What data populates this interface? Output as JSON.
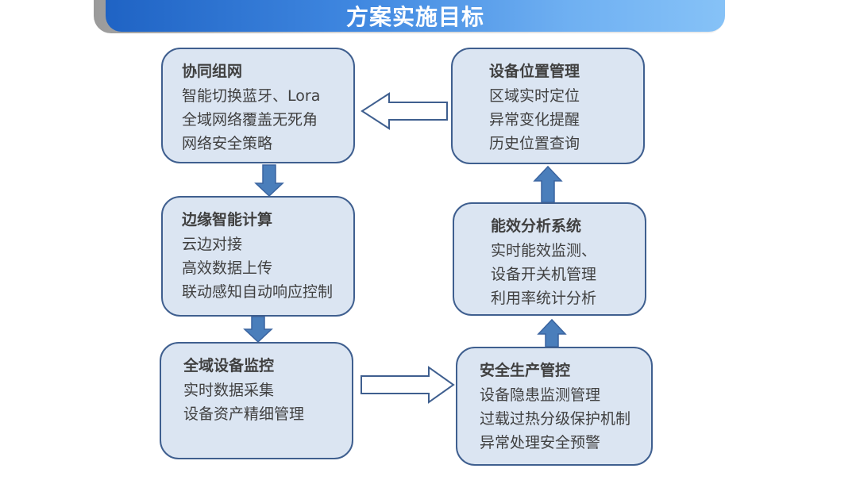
{
  "title": "方案实施目标",
  "boxes": [
    {
      "heading": "协同组网",
      "lines": [
        "智能切换蓝牙、Lora",
        "全域网络覆盖无死角",
        "网络安全策略"
      ]
    },
    {
      "heading": "边缘智能计算",
      "lines": [
        "云边对接",
        "高效数据上传",
        "联动感知自动响应控制"
      ]
    },
    {
      "heading": "全域设备监控",
      "lines": [
        "实时数据采集",
        "设备资产精细管理"
      ]
    },
    {
      "heading": "设备位置管理",
      "lines": [
        "区域实时定位",
        "异常变化提醒",
        "历史位置查询"
      ]
    },
    {
      "heading": "能效分析系统",
      "lines": [
        "实时能效监测、",
        "设备开关机管理",
        "利用率统计分析"
      ]
    },
    {
      "heading": "安全生产管控",
      "lines": [
        "设备隐患监测管理",
        "过载过热分级保护机制",
        "异常处理安全预警"
      ]
    }
  ],
  "colors": {
    "box_fill": "#dbe5f2",
    "box_border": "#3f5f8f",
    "arrow_fill": "#4a7ebb",
    "banner_start": "#1f63c4",
    "banner_end": "#86c2f7"
  }
}
